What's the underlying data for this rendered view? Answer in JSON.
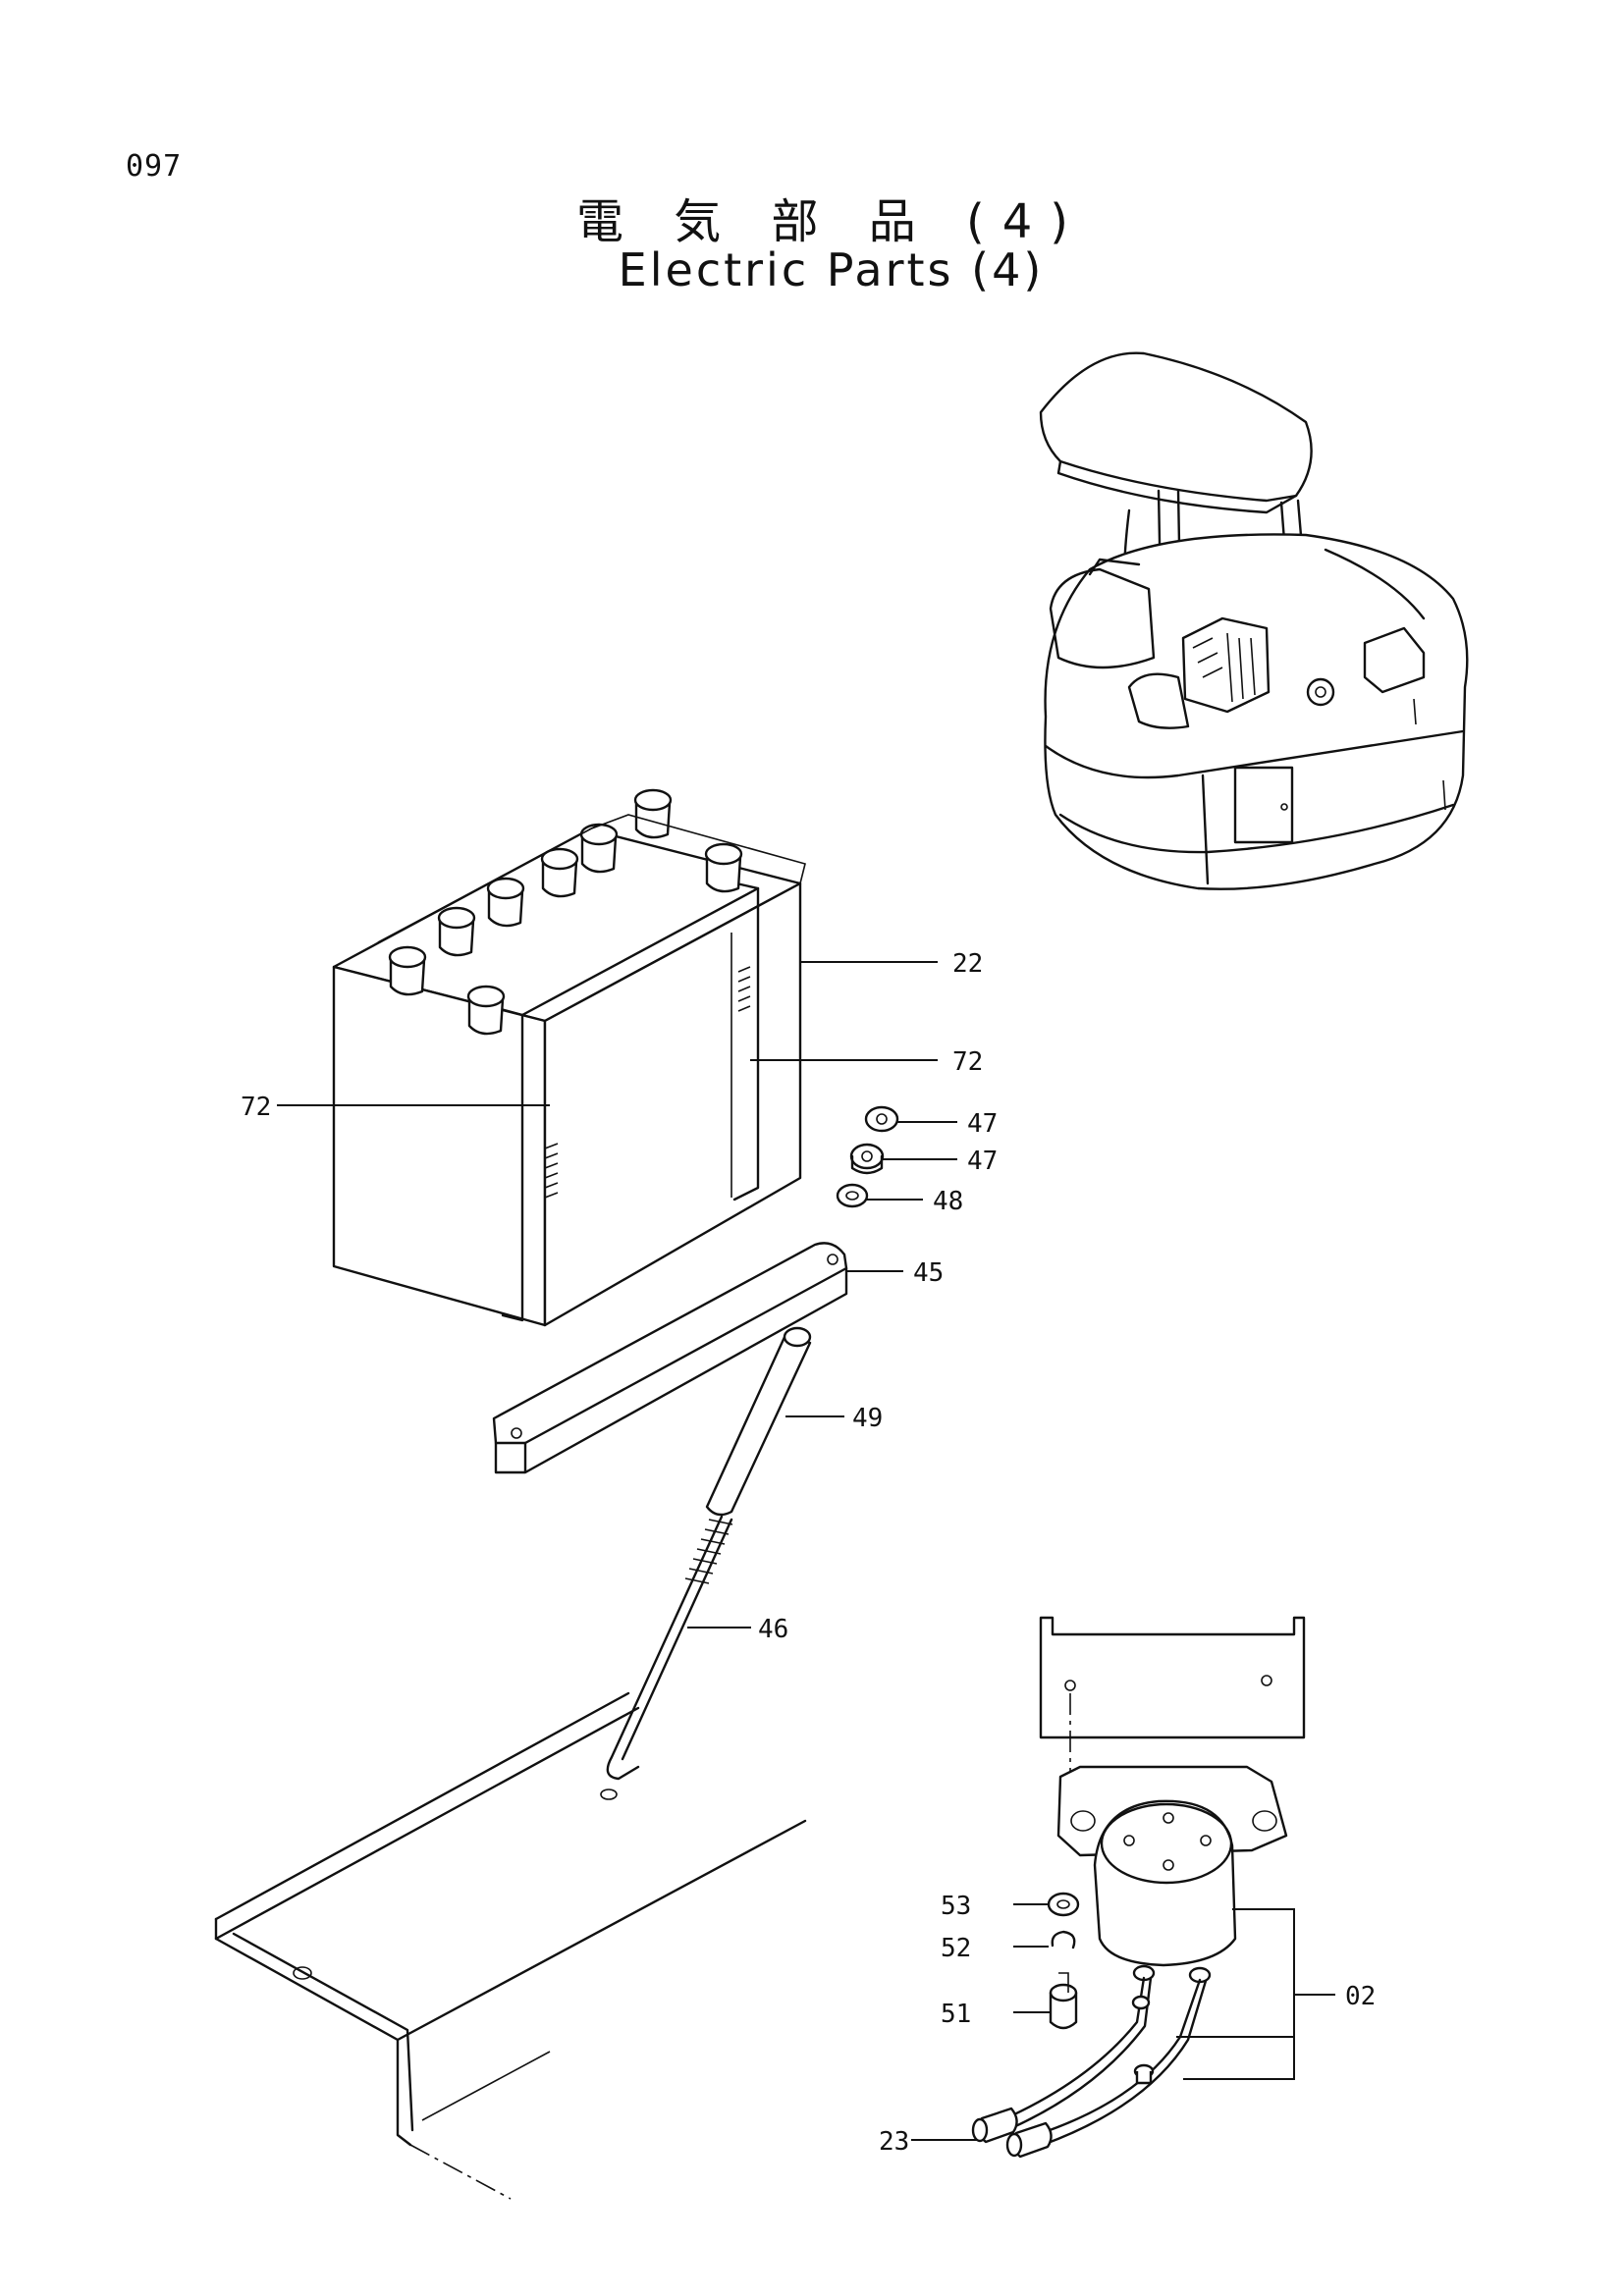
{
  "page": {
    "number": "097",
    "title_jp": "電 気 部 品 (4)",
    "title_en": "Electric Parts (4)"
  },
  "callouts": {
    "c22": "22",
    "c72a": "72",
    "c72b": "72",
    "c47a": "47",
    "c47b": "47",
    "c48": "48",
    "c45": "45",
    "c49": "49",
    "c46": "46",
    "c53": "53",
    "c52": "52",
    "c51": "51",
    "c02": "02",
    "c23": "23"
  },
  "colors": {
    "ink": "#111111",
    "paper": "#ffffff"
  }
}
